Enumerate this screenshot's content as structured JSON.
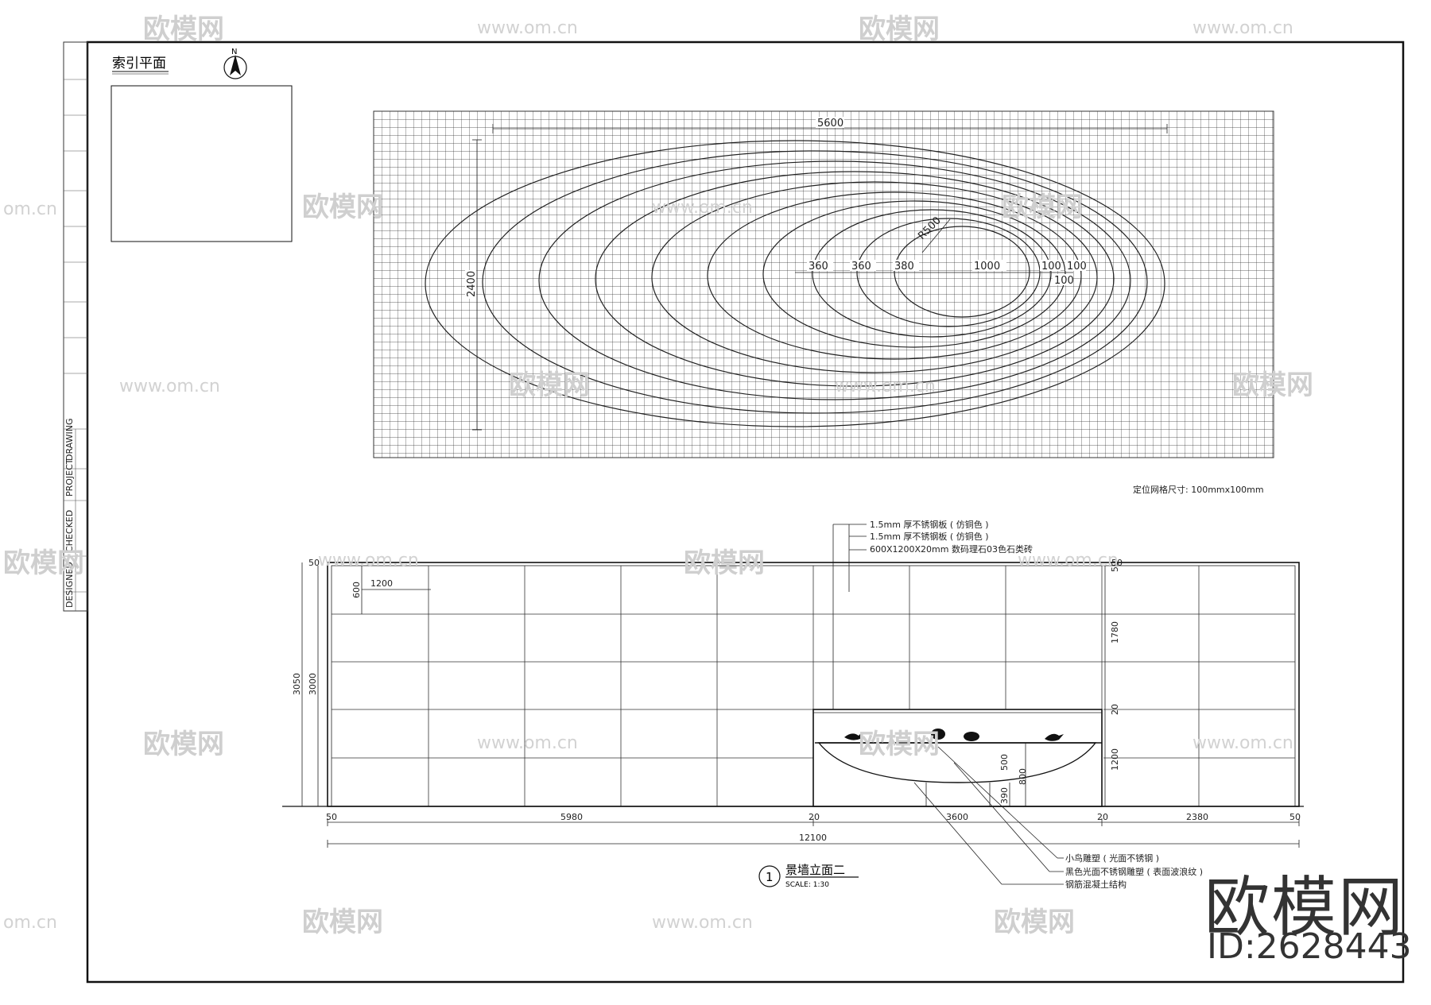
{
  "watermark": {
    "logo_text": "欧模网",
    "url": "www.om.cn",
    "url_short": "om.cn"
  },
  "brand": {
    "name": "欧模网",
    "id": "ID:2628443"
  },
  "index_plan": {
    "title": "索引平面",
    "north_label": "N"
  },
  "grid_plan": {
    "overall_width": "5600",
    "overall_height": "2400",
    "radius_label": "R500",
    "ring_dims": [
      "360",
      "360",
      "380",
      "1000",
      "100",
      "100",
      "100"
    ],
    "grid_note": "定位网格尺寸: 100mmx100mm"
  },
  "elevation": {
    "material_callouts": [
      "1.5mm 厚不锈钢板 ( 仿铜色 )",
      "1.5mm 厚不锈钢板 ( 仿铜色 )",
      "600X1200X20mm 数码理石03色石类砖"
    ],
    "dims_top": {
      "panel_width": "1200",
      "panel_height": "600",
      "edge_a": "50",
      "edge_b": "50"
    },
    "dims_left": {
      "total": "3050",
      "inner": "3000"
    },
    "dims_right": {
      "top": "1780",
      "mid": "20",
      "bottom": "1200",
      "top_edge": "50"
    },
    "dims_mid": {
      "d500": "500",
      "d800": "800",
      "d390": "390"
    },
    "dims_bottom": [
      "50",
      "5980",
      "20",
      "3600",
      "20",
      "2380",
      "50"
    ],
    "dims_total": "12100",
    "bottom_callouts": [
      "小鸟雕塑 ( 光面不锈钢 )",
      "黑色光面不锈钢雕塑 ( 表面波浪纹 )",
      "钢筋混凝土结构"
    ],
    "title_number": "1",
    "title": "景墙立面二",
    "scale": "SCALE: 1:30"
  },
  "title_strip": {
    "texts": [
      "DRAWING",
      "PROJECT",
      "CHECKED",
      "DESIGNED"
    ]
  }
}
